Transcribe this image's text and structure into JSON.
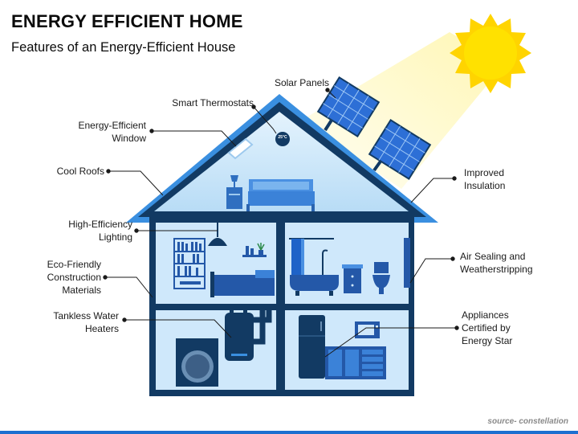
{
  "header": {
    "title": "ENERGY EFFICIENT HOME",
    "subtitle": "Features of an Energy-Efficient House"
  },
  "labels": {
    "solar_panels": "Solar Panels",
    "smart_thermostats": "Smart Thermostats",
    "window_line1": "Energy-Efficient",
    "window_line2": "Window",
    "cool_roofs": "Cool Roofs",
    "lighting_line1": "High-Efficiency",
    "lighting_line2": "Lighting",
    "eco_line1": "Eco-Friendly",
    "eco_line2": "Construction",
    "eco_line3": "Materials",
    "tankless_line1": "Tankless Water",
    "tankless_line2": "Heaters",
    "insulation_line1": "Improved",
    "insulation_line2": "Insulation",
    "air_line1": "Air Sealing and",
    "air_line2": "Weatherstripping",
    "appliances_line1": "Appliances",
    "appliances_line2": "Certified by",
    "appliances_line3": "Energy Star"
  },
  "thermostat_reading": "25°C",
  "footer": {
    "source": "source- constellation"
  },
  "colors": {
    "house_dark": "#123a63",
    "room_light": "#cfe8fb",
    "roof_edge": "#3a8fe0",
    "sun": "#ffd400",
    "panel": "#2d6fd6",
    "accent_bar": "#1d6fd0"
  }
}
